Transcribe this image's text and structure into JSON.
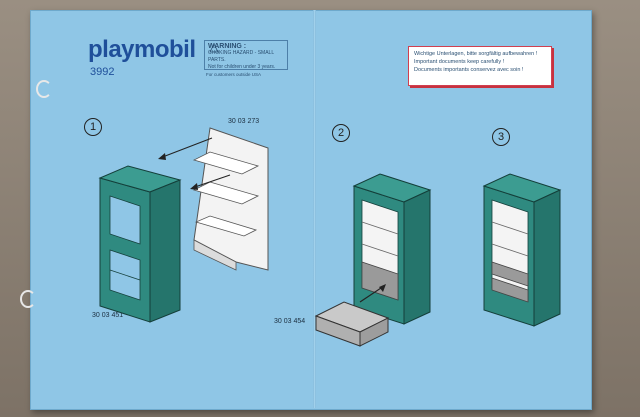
{
  "brand": {
    "logo": "playmobil",
    "set_number": "3992"
  },
  "warning": {
    "title": "WARNING :",
    "line1": "CHOKING HAZARD - SMALL PARTS.",
    "line2": "Not for children under 3 years.",
    "footer": "For customers outside USA"
  },
  "notice": {
    "line1": "Wichtige Unterlagen, bitte sorgfältig aufbewahren !",
    "line2": "Important documents keep carefully !",
    "line3": "Documents importants conservez avec soin !"
  },
  "steps": [
    "1",
    "2",
    "3"
  ],
  "parts": {
    "shelf_insert": "30 03 273",
    "cabinet": "30 03 451",
    "drawer": "30 03 454"
  },
  "colors": {
    "paper": "#8fc6e6",
    "cabinet": "#2f8a80",
    "brand": "#1f4f9a",
    "notice_border": "#c8323f"
  }
}
